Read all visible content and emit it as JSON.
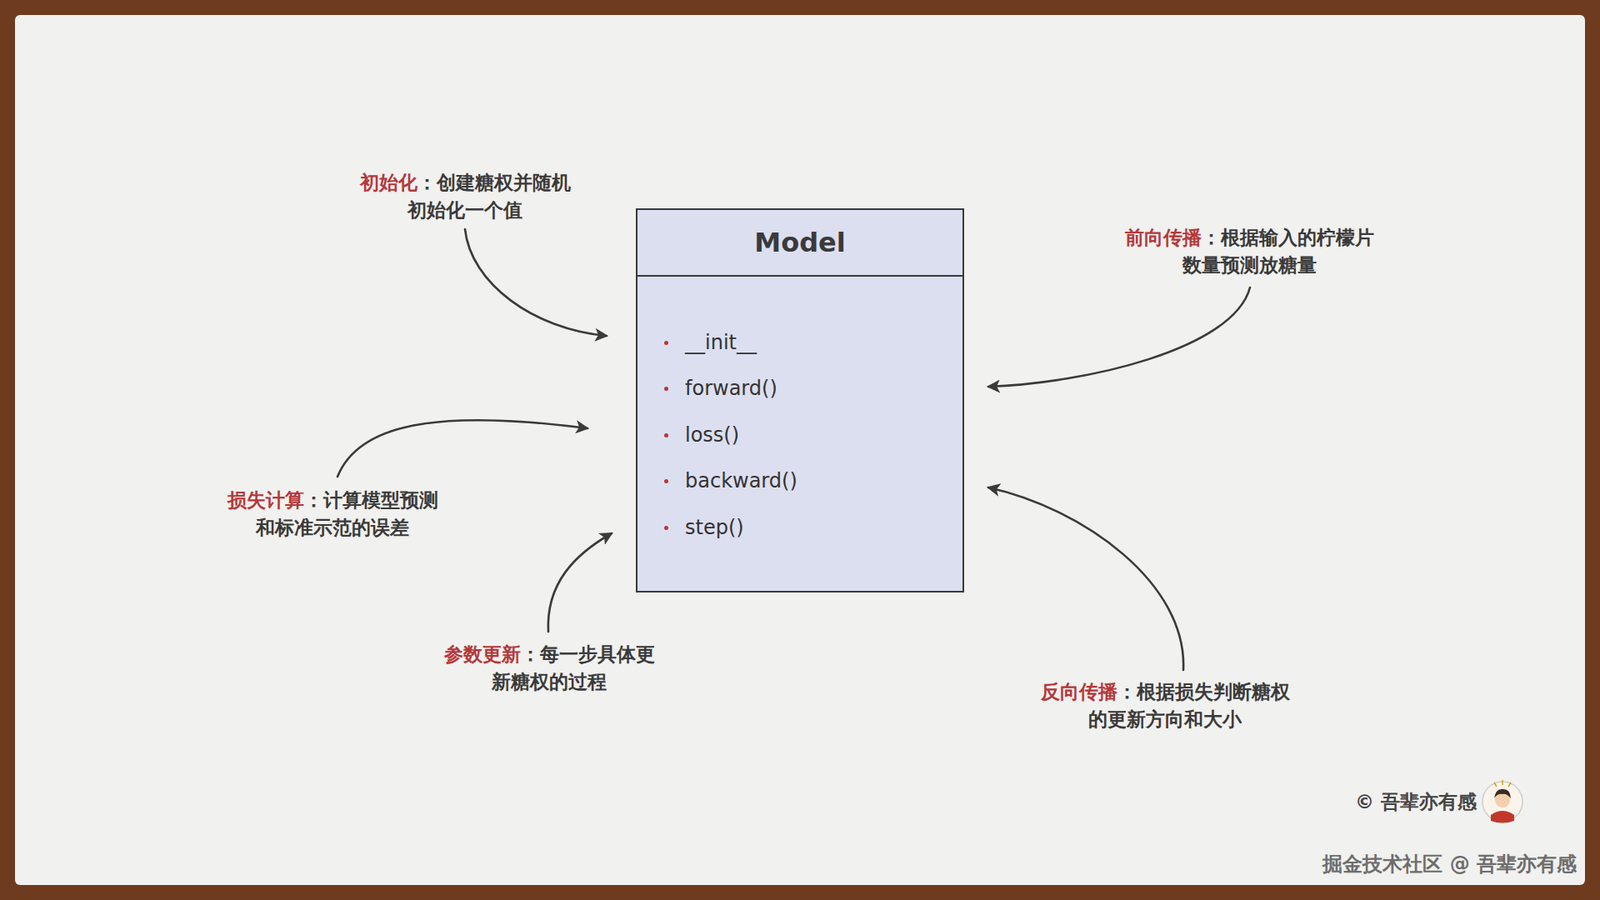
{
  "diagram": {
    "nodes": [
      {
        "text": [
          "Model",
          "__init__",
          "forward()",
          "loss()",
          "backward()",
          "step()"
        ]
      }
    ],
    "labels": [
      "初始化",
      "：创建糖权并随机初始化一个值",
      "前向传播",
      "：根据输入的柠檬片数量预测放糖量",
      "损失计算",
      "：计算模型预测和标准示范的误差",
      "参数更新",
      "：每一步具体更新糖权的过程",
      "反向传播",
      "：根据损失判断糖权的更新方向和大小",
      "© 吾辈亦有感",
      "掘金技术社区 @ 吾辈亦有感"
    ]
  }
}
